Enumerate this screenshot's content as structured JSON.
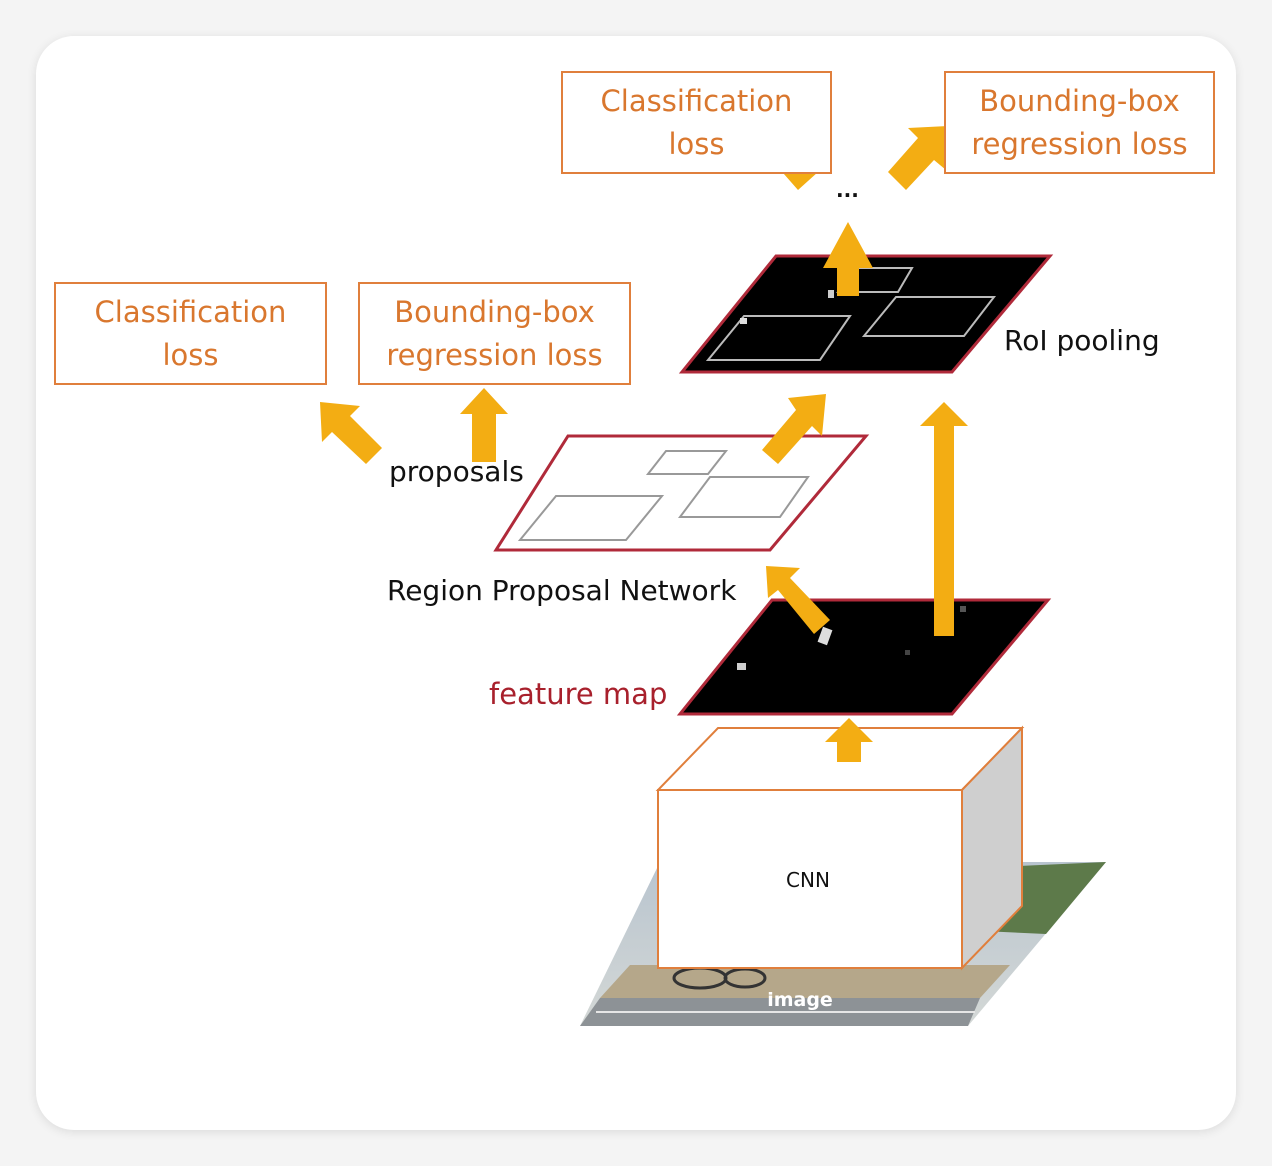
{
  "top_losses": {
    "classification": [
      "Classification",
      "loss"
    ],
    "bbox": [
      "Bounding-box",
      "regression loss"
    ]
  },
  "rpn_losses": {
    "classification": [
      "Classification",
      "loss"
    ],
    "bbox": [
      "Bounding-box",
      "regression loss"
    ]
  },
  "labels": {
    "ellipsis": "...",
    "roi_pooling": "RoI pooling",
    "proposals": "proposals",
    "rpn": "Region Proposal Network",
    "feature_map": "feature map",
    "cnn": "CNN",
    "image": "image"
  },
  "colors": {
    "loss_text": "#d9772e",
    "loss_border": "#e07f3c",
    "arrow": "#f3ad13",
    "plane_border": "#b02a3a",
    "feature_map_text": "#a8202c"
  }
}
